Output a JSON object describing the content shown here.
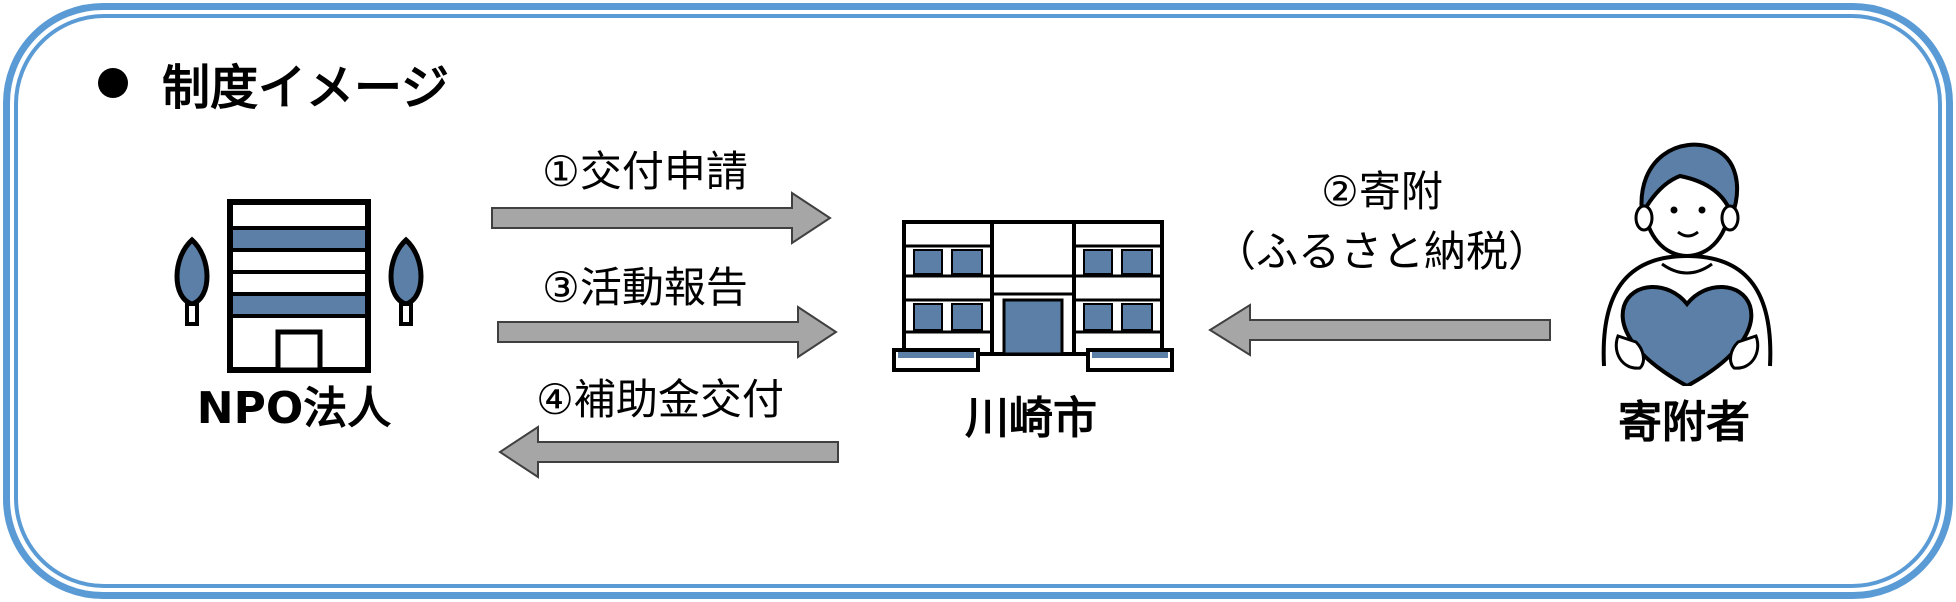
{
  "heading": {
    "text": "制度イメージ"
  },
  "nodes": {
    "npo": "NPO法人",
    "city": "川崎市",
    "donor": "寄附者"
  },
  "steps": {
    "step1": "①交付申請",
    "step2": "②寄附",
    "step2_note": "（ふるさと納税）",
    "step3": "③活動報告",
    "step4": "④補助金交付"
  },
  "colors": {
    "frame": "#5b9bd5",
    "icon_fill": "#5b7fa6",
    "arrow_fill": "#a6a6a6",
    "arrow_stroke": "#404040"
  }
}
